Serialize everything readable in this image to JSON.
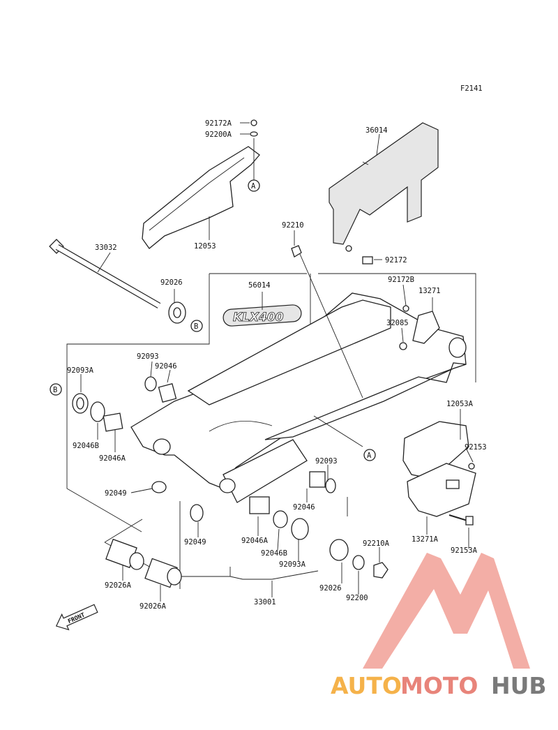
{
  "figure_code": "F2141",
  "front_label": "FRONT",
  "emblem_text": "KLX400",
  "references": {
    "A": "A",
    "B": "B"
  },
  "parts": {
    "p92172A": "92172A",
    "p92200A": "92200A",
    "p36014": "36014",
    "p12053": "12053",
    "p33032": "33032",
    "p92210": "92210",
    "p92172": "92172",
    "p92026_top": "92026",
    "p56014": "56014",
    "p92172B": "92172B",
    "p13271": "13271",
    "p32085": "32085",
    "p92093_left": "92093",
    "p92046_left": "92046",
    "p92093A_left": "92093A",
    "p12053A": "12053A",
    "p92153": "92153",
    "p92046B_left": "92046B",
    "p92046A_left": "92046A",
    "p92093_right": "92093",
    "p92049_left": "92049",
    "p92046_right": "92046",
    "p13271A": "13271A",
    "p92153A": "92153A",
    "p92049_right": "92049",
    "p92046A_right": "92046A",
    "p92210A": "92210A",
    "p92046B_right": "92046B",
    "p92093A_right": "92093A",
    "p92026A_left": "92026A",
    "p92026_bottom": "92026",
    "p92200": "92200",
    "p92026A_right": "92026A",
    "p33001": "33001"
  },
  "watermark": {
    "part1": "AUTO",
    "part2": "MOTO",
    "part3": "HUB",
    "color_orange": "#f5b24a",
    "color_red": "#e8847a",
    "color_gray": "#7a7a7a"
  }
}
